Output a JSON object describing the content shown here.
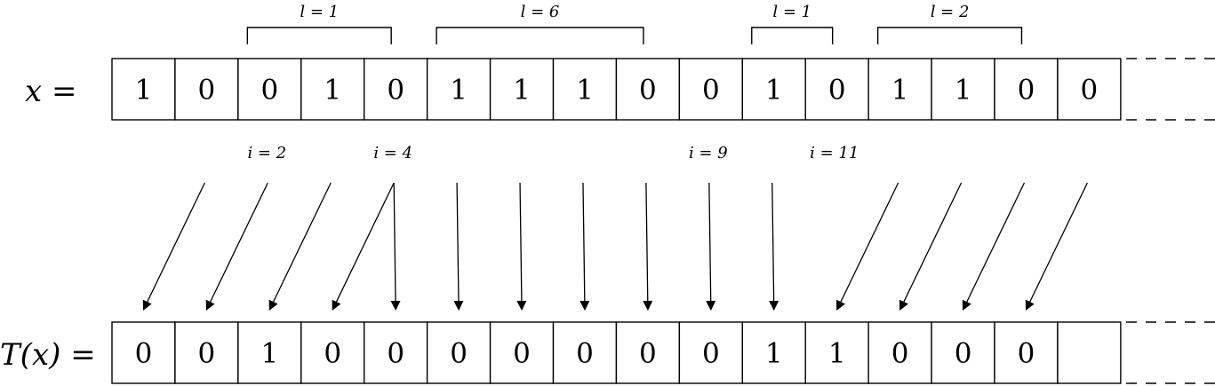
{
  "rows": {
    "top": {
      "label": "x =",
      "values": [
        "1",
        "0",
        "0",
        "1",
        "0",
        "1",
        "1",
        "1",
        "0",
        "0",
        "1",
        "0",
        "1",
        "1",
        "0",
        "0"
      ]
    },
    "bottom": {
      "label": "T(x) =",
      "values": [
        "0",
        "0",
        "1",
        "0",
        "0",
        "0",
        "0",
        "0",
        "0",
        "0",
        "1",
        "1",
        "0",
        "0",
        "0"
      ]
    }
  },
  "run_brackets": [
    {
      "label": "l = 1",
      "from_cell": 2,
      "to_cell": 4
    },
    {
      "label": "l = 6",
      "from_cell": 5,
      "to_cell": 8
    },
    {
      "label": "l = 1",
      "from_cell": 10,
      "to_cell": 11
    },
    {
      "label": "l = 2",
      "from_cell": 12,
      "to_cell": 14
    }
  ],
  "index_labels": [
    "i = 2",
    "i = 4",
    "i = 9",
    "i = 11"
  ],
  "mapping_arrows": [
    {
      "from_cell": 1,
      "to_cell": 0
    },
    {
      "from_cell": 2,
      "to_cell": 1
    },
    {
      "from_cell": 3,
      "to_cell": 2
    },
    {
      "from_cell": 4,
      "to_cell": 3
    },
    {
      "from_cell": 4,
      "to_cell": 4
    },
    {
      "from_cell": 5,
      "to_cell": 5
    },
    {
      "from_cell": 6,
      "to_cell": 6
    },
    {
      "from_cell": 7,
      "to_cell": 7
    },
    {
      "from_cell": 8,
      "to_cell": 8
    },
    {
      "from_cell": 9,
      "to_cell": 9
    },
    {
      "from_cell": 10,
      "to_cell": 10
    },
    {
      "from_cell": 12,
      "to_cell": 11
    },
    {
      "from_cell": 13,
      "to_cell": 12
    },
    {
      "from_cell": 14,
      "to_cell": 13
    },
    {
      "from_cell": 15,
      "to_cell": 14
    }
  ],
  "continuation": "dashed"
}
